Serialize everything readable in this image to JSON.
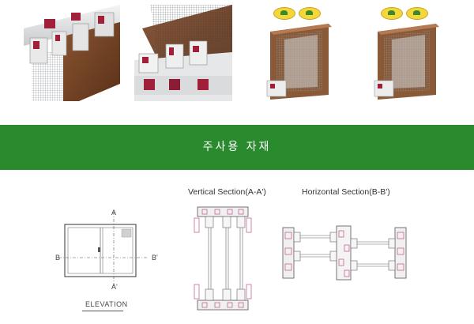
{
  "banner": {
    "title": "주사용 자재"
  },
  "photos": [
    {
      "name": "profile-closeup-left"
    },
    {
      "name": "profile-closeup-right"
    },
    {
      "name": "window-corner-cutaway-1",
      "badges": [
        "energy-badge-icon",
        "energy-badge-icon"
      ]
    },
    {
      "name": "window-corner-cutaway-2",
      "badges": [
        "energy-badge-icon",
        "energy-badge-icon"
      ]
    }
  ],
  "elevation": {
    "caption": "ELEVATION",
    "marker_a_top": "A",
    "marker_a_bottom": "A'",
    "marker_b_left": "B",
    "marker_b_right": "B'"
  },
  "vertical_section": {
    "title": "Vertical Section(A-A')"
  },
  "horizontal_section": {
    "title": "Horizontal Section(B-B')"
  },
  "colors": {
    "band": "#2a8a2e",
    "profile_brown": "#7a4a2a",
    "gasket_red": "#a0203a",
    "drawing_line": "#555555",
    "drawing_accent": "#c0508a"
  }
}
